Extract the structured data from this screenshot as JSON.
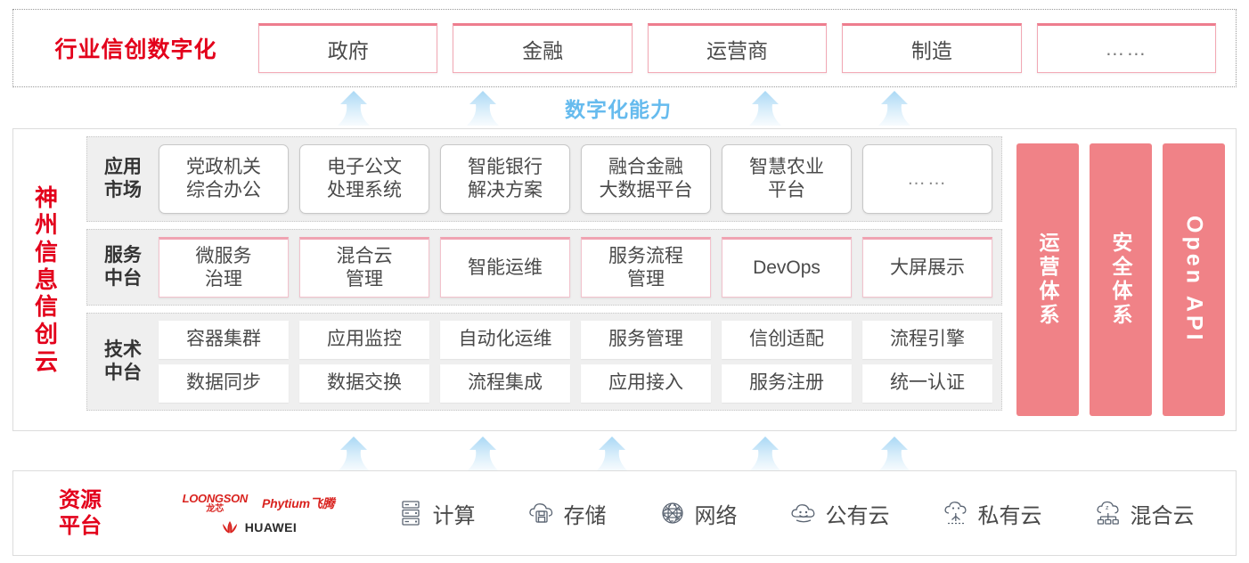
{
  "industry": {
    "title": "行业信创数字化",
    "boxes": [
      {
        "label": "政府"
      },
      {
        "label": "金融"
      },
      {
        "label": "运营商"
      },
      {
        "label": "制造"
      },
      {
        "label": "……"
      }
    ]
  },
  "arrows": {
    "digital_label": "数字化能力",
    "top_count": 4,
    "bottom_count": 5,
    "color": "#BFE2F7"
  },
  "cloud": {
    "title_chars": [
      "神",
      "州",
      "信",
      "息",
      "信",
      "创",
      "云"
    ],
    "tiers": [
      {
        "label_lines": [
          "应用",
          "市场"
        ],
        "name": "application-market",
        "cells": [
          {
            "lines": [
              "党政机关",
              "综合办公"
            ]
          },
          {
            "lines": [
              "电子公文",
              "处理系统"
            ]
          },
          {
            "lines": [
              "智能银行",
              "解决方案"
            ]
          },
          {
            "lines": [
              "融合金融",
              "大数据平台"
            ]
          },
          {
            "lines": [
              "智慧农业",
              "平台"
            ]
          },
          {
            "lines": [
              "……"
            ]
          }
        ]
      },
      {
        "label_lines": [
          "服务",
          "中台"
        ],
        "name": "service-platform",
        "cells": [
          {
            "lines": [
              "微服务",
              "治理"
            ]
          },
          {
            "lines": [
              "混合云",
              "管理"
            ]
          },
          {
            "lines": [
              "智能运维"
            ]
          },
          {
            "lines": [
              "服务流程",
              "管理"
            ]
          },
          {
            "lines": [
              "DevOps"
            ]
          },
          {
            "lines": [
              "大屏展示"
            ]
          }
        ]
      },
      {
        "label_lines": [
          "技术",
          "中台"
        ],
        "name": "technology-platform",
        "rows": [
          [
            "容器集群",
            "应用监控",
            "自动化运维",
            "服务管理",
            "信创适配",
            "流程引擎"
          ],
          [
            "数据同步",
            "数据交换",
            "流程集成",
            "应用接入",
            "服务注册",
            "统一认证"
          ]
        ]
      }
    ],
    "pillars": [
      {
        "label": "运营体系",
        "type": "cjk"
      },
      {
        "label": "安全体系",
        "type": "cjk"
      },
      {
        "label": "Open API",
        "type": "latin"
      }
    ],
    "pillar_color": "#F08287"
  },
  "resource": {
    "title_lines": [
      "资源",
      "平台"
    ],
    "vendors": [
      {
        "name": "loongson",
        "en": "LOONGSON",
        "cn": "龙芯"
      },
      {
        "name": "phytium",
        "text": "Phytium飞腾"
      },
      {
        "name": "huawei",
        "text": "HUAWEI"
      }
    ],
    "items": [
      {
        "icon": "server-icon",
        "label": "计算"
      },
      {
        "icon": "cloud-storage-icon",
        "label": "存储"
      },
      {
        "icon": "network-icon",
        "label": "网络"
      },
      {
        "icon": "public-cloud-icon",
        "label": "公有云"
      },
      {
        "icon": "private-cloud-icon",
        "label": "私有云"
      },
      {
        "icon": "hybrid-cloud-icon",
        "label": "混合云"
      }
    ]
  },
  "colors": {
    "brand_red": "#E3001B",
    "pillar_pink": "#F08287",
    "arrow_blue": "#BFE2F7",
    "digital_blue": "#66BBEE",
    "tier_bg": "#EFEFEF"
  }
}
